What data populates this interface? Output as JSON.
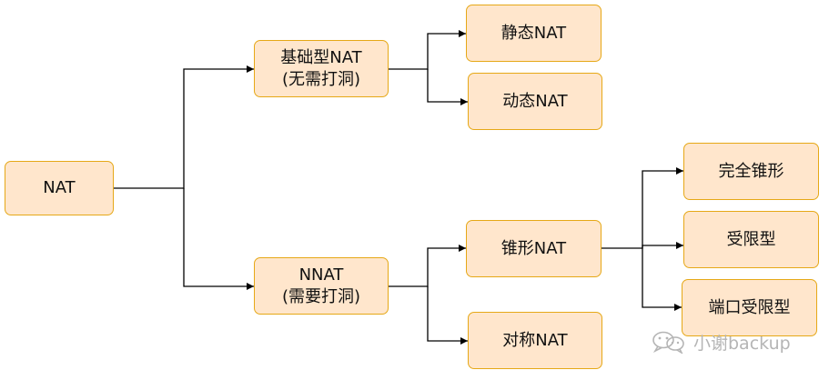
{
  "diagram": {
    "nodes": {
      "nat": {
        "line1": "NAT"
      },
      "basic_nat": {
        "line1": "基础型NAT",
        "line2": "(无需打洞)"
      },
      "nnat": {
        "line1": "NNAT",
        "line2": "(需要打洞)"
      },
      "static_nat": {
        "line1": "静态NAT"
      },
      "dynamic_nat": {
        "line1": "动态NAT"
      },
      "cone_nat": {
        "line1": "锥形NAT"
      },
      "symmetric_nat": {
        "line1": "对称NAT"
      },
      "full_cone": {
        "line1": "完全锥形"
      },
      "restricted": {
        "line1": "受限型"
      },
      "port_restricted": {
        "line1": "端口受限型"
      }
    },
    "colors": {
      "node_fill": "#ffe6cc",
      "node_border": "#e6a817",
      "edge": "#000000"
    }
  },
  "watermark": {
    "icon": "wechat-icon",
    "text": "小谢backup"
  }
}
